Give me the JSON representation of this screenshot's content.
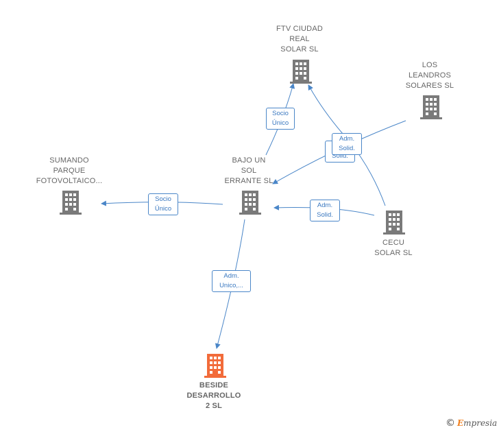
{
  "colors": {
    "edge": "#4a86c8",
    "building": "#7a7a7a",
    "building_focus": "#f26b3a"
  },
  "nodes": {
    "ftv": {
      "label": "FTV CIUDAD\nREAL\nSOLAR  SL",
      "icon": "building-icon"
    },
    "leandros": {
      "label": "LOS\nLEANDROS\nSOLARES SL",
      "icon": "building-icon"
    },
    "sumando": {
      "label": "SUMANDO\nPARQUE\nFOTOVOLTAICO...",
      "icon": "building-icon"
    },
    "bajo": {
      "label": "BAJO UN\nSOL\nERRANTE  SL",
      "icon": "building-icon"
    },
    "cecu": {
      "label": "CECU\nSOLAR SL",
      "icon": "building-icon"
    },
    "beside": {
      "label": "BESIDE\nDESARROLLO\n2  SL",
      "icon": "building-icon"
    }
  },
  "edges": {
    "bajo_ftv": "Socio\nÚnico",
    "cecu_ftv": "Adm.\nSolid.",
    "leandros_bajo": "Adm.\nSolid.",
    "bajo_sumando": "Socio\nÚnico",
    "cecu_bajo": "Adm.\nSolid.",
    "bajo_beside": "Adm.\nUnico,..."
  },
  "brand": {
    "copyright": "©",
    "initial": "E",
    "rest": "mpresia"
  }
}
